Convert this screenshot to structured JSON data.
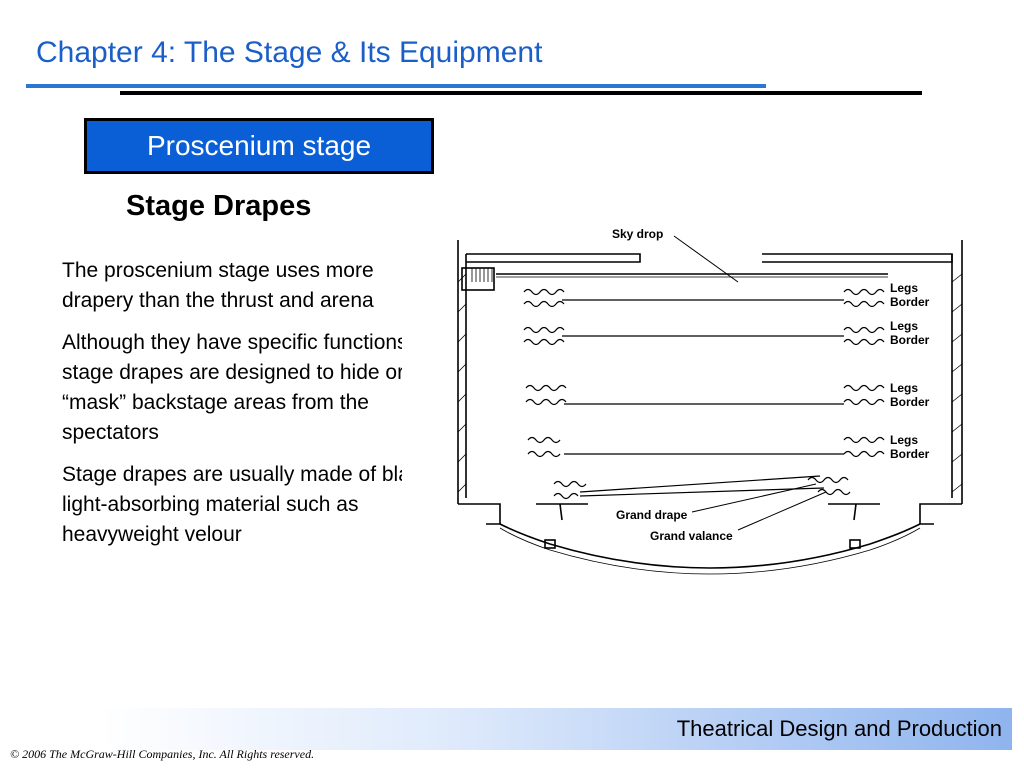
{
  "slide": {
    "title": "Chapter 4:  The Stage & Its Equipment",
    "section_label": "Proscenium stage",
    "subheading": "Stage Drapes",
    "paragraphs": [
      "The proscenium stage uses more drapery than the thrust and arena",
      "Although they have specific functions, all stage drapes are designed to hide or “mask” backstage areas from the spectators",
      "Stage drapes are usually made of black, light-absorbing material such as heavyweight velour"
    ]
  },
  "diagram": {
    "labels": {
      "sky_drop": "Sky drop",
      "legs": "Legs",
      "border": "Border",
      "grand_drape": "Grand drape",
      "grand_valance": "Grand valance"
    }
  },
  "footer": {
    "course_title": "Theatrical Design and Production",
    "copyright": "© 2006 The McGraw-Hill Companies, Inc. All Rights reserved."
  }
}
